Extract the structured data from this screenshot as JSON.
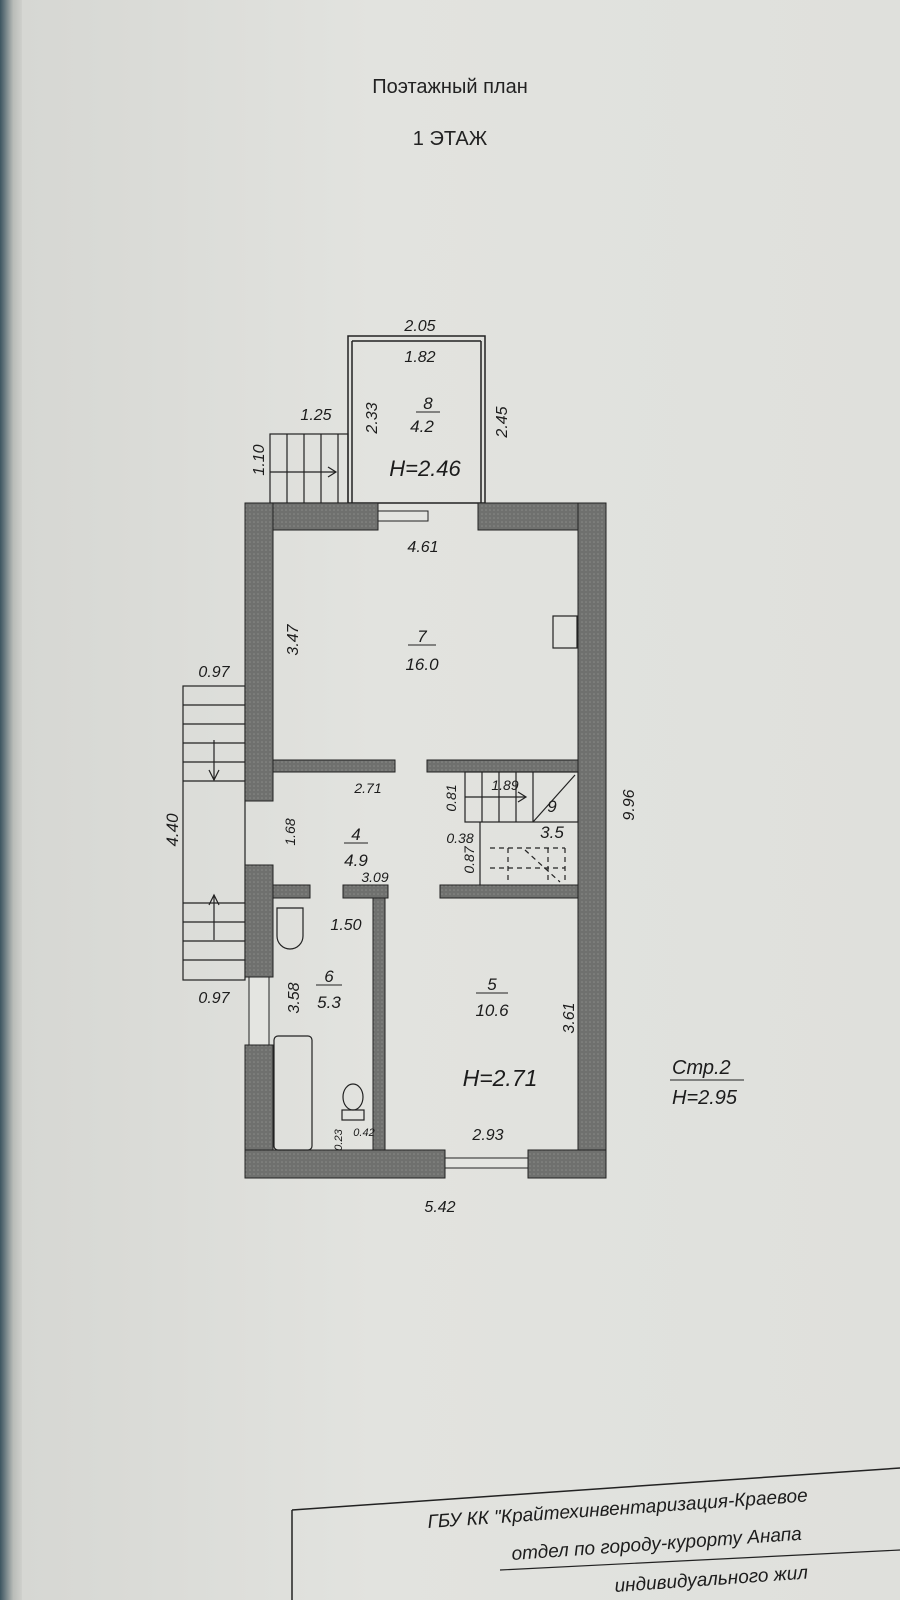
{
  "header": {
    "title": "Поэтажный план",
    "floor": "1 ЭТАЖ"
  },
  "rooms": [
    {
      "number": "8",
      "area": "4.2",
      "height": "H=2.46"
    },
    {
      "number": "7",
      "area": "16.0"
    },
    {
      "number": "4",
      "area": "4.9"
    },
    {
      "number": "9",
      "area": "3.5"
    },
    {
      "number": "6",
      "area": "5.3"
    },
    {
      "number": "5",
      "area": "10.6",
      "height": "H=2.71"
    }
  ],
  "dimensions": {
    "porch_outer_width": "2.05",
    "porch_inner_width": "1.82",
    "porch_left": "2.33",
    "porch_right": "2.45",
    "stair_front_width": "1.25",
    "stair_front_depth": "1.10",
    "room7_width": "4.61",
    "room7_depth": "3.47",
    "side_stair_top": "0.97",
    "side_stair_bottom": "0.97",
    "side_stair_length": "4.40",
    "room4_width": "2.71",
    "room4_depth": "1.68",
    "room4_bottom": "3.09",
    "stair9_width": "1.89",
    "stair9_a": "0.81",
    "stair9_b": "0.38",
    "stair9_c": "0.87",
    "room6_width": "1.50",
    "room6_depth": "3.58",
    "room6_a": "0.23",
    "room6_b": "0.42",
    "room5_width": "2.93",
    "room5_depth": "3.61",
    "overall_length": "9.96",
    "overall_width": "5.42"
  },
  "page_note": {
    "page": "Стр.2",
    "height": "H=2.95"
  },
  "stamp": {
    "line1": "ГБУ КК \"Крайтехинвентаризация-Краевое",
    "line2": "отдел по городу-курорту Анапа",
    "line3": "индивидуального жил"
  },
  "colors": {
    "wall": "#6f706e",
    "paper": "#dfe0dc"
  }
}
